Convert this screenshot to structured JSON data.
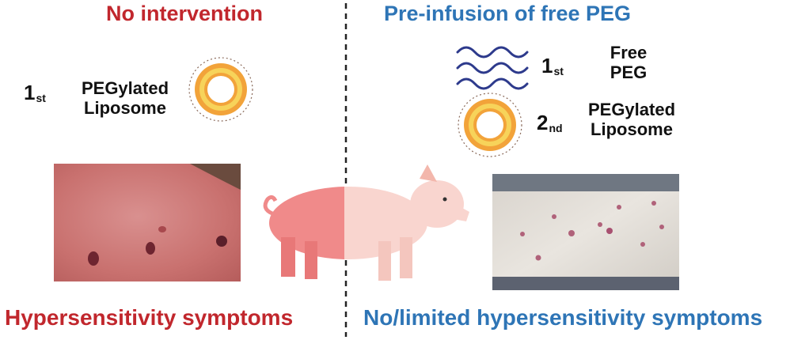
{
  "left_panel": {
    "title": "No intervention",
    "dose": {
      "ordinal": "1",
      "suffix": "st",
      "label_line1": "PEGylated",
      "label_line2": "Liposome"
    },
    "outcome": "Hypersensitivity symptoms"
  },
  "right_panel": {
    "title": "Pre-infusion of free PEG",
    "dose1": {
      "ordinal": "1",
      "suffix": "st",
      "label_line1": "Free",
      "label_line2": "PEG"
    },
    "dose2": {
      "ordinal": "2",
      "suffix": "nd",
      "label_line1": "PEGylated",
      "label_line2": "Liposome"
    },
    "outcome": "No/limited hypersensitivity symptoms"
  },
  "colors": {
    "red": "#c1272d",
    "blue": "#2e75b6",
    "liposome_outer": "#f2a33a",
    "liposome_inner": "#f7d35a",
    "peg_wave": "#2d3a8c",
    "pig_red": "#f08a8a",
    "pig_pink": "#f9d5cf"
  }
}
